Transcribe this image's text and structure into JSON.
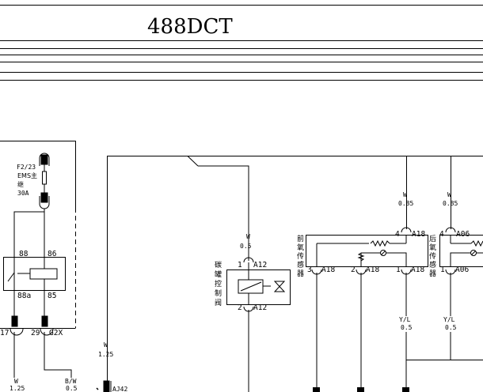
{
  "header": {
    "title": "488DCT"
  },
  "fuse": {
    "id": "F2/23",
    "name_line1": "EMS主",
    "name_line2": "继",
    "rating": "30A"
  },
  "relay": {
    "pin_88": "88",
    "pin_86": "86",
    "pin_88a": "88a",
    "pin_85": "85"
  },
  "relay_connector": {
    "pin_left": "17",
    "pin_right": "29",
    "connector": "G2X"
  },
  "left_wires": {
    "w1_color": "W",
    "w1_size": "1.25",
    "w2_color": "B/W",
    "w2_size": "0.5",
    "w3_color": "W",
    "w3_size": "1.25"
  },
  "bottom_connector": {
    "id": "AJ42"
  },
  "canister_valve": {
    "label": [
      "碳",
      "罐",
      "控",
      "制",
      "阀"
    ],
    "wire_color": "W",
    "wire_size": "0.5",
    "pin_top": "1",
    "pin_bottom": "2",
    "connector": "A12"
  },
  "front_o2_sensor": {
    "label": [
      "前",
      "氧",
      "传",
      "感",
      "器"
    ],
    "supply_color": "W",
    "supply_size": "0.85",
    "pin4": "4",
    "pin3": "3",
    "pin2": "2",
    "pin1": "1",
    "connector": "A18",
    "out_color": "Y/L",
    "out_size": "0.5"
  },
  "rear_o2_sensor": {
    "label": [
      "后",
      "氧",
      "传",
      "感",
      "器"
    ],
    "supply_color": "W",
    "supply_size": "0.85",
    "pin4": "4",
    "pin1": "1",
    "connector": "A06",
    "out_color": "Y/L",
    "out_size": "0.5"
  }
}
